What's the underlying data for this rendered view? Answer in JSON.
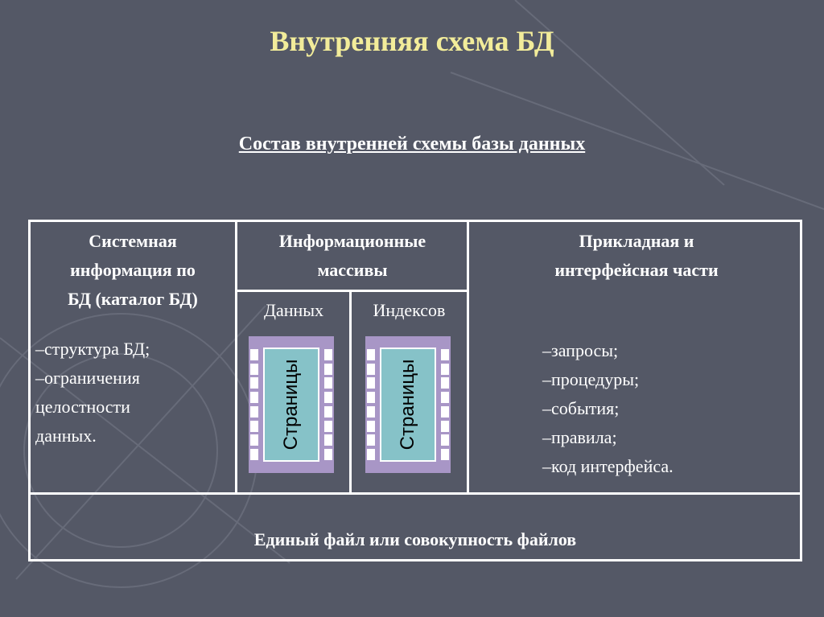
{
  "title": "Внутренняя схема БД",
  "subtitle": "Состав внутренней схемы базы данных",
  "diagram": {
    "system": {
      "heading": [
        "Системная",
        "информация по",
        "БД  (каталог БД)"
      ],
      "items": [
        "–структура БД;",
        "–ограничения",
        "целостности",
        "данных."
      ]
    },
    "arrays": {
      "heading": [
        "Информационные",
        "массивы"
      ],
      "data_label": "Данных",
      "index_label": "Индексов",
      "pages_label": "Страницы"
    },
    "applied": {
      "heading": [
        "Прикладная и",
        "интерфейсная части"
      ],
      "items": [
        "–запросы;",
        "–процедуры;",
        "–события;",
        "–правила;",
        "–код интерфейса."
      ]
    },
    "bottom": "Единый файл или совокупность файлов"
  },
  "colors": {
    "background": "#545866",
    "title": "#f2ec9a",
    "pages_frame": "#a896c6",
    "pages_fill": "#86c2c8"
  }
}
